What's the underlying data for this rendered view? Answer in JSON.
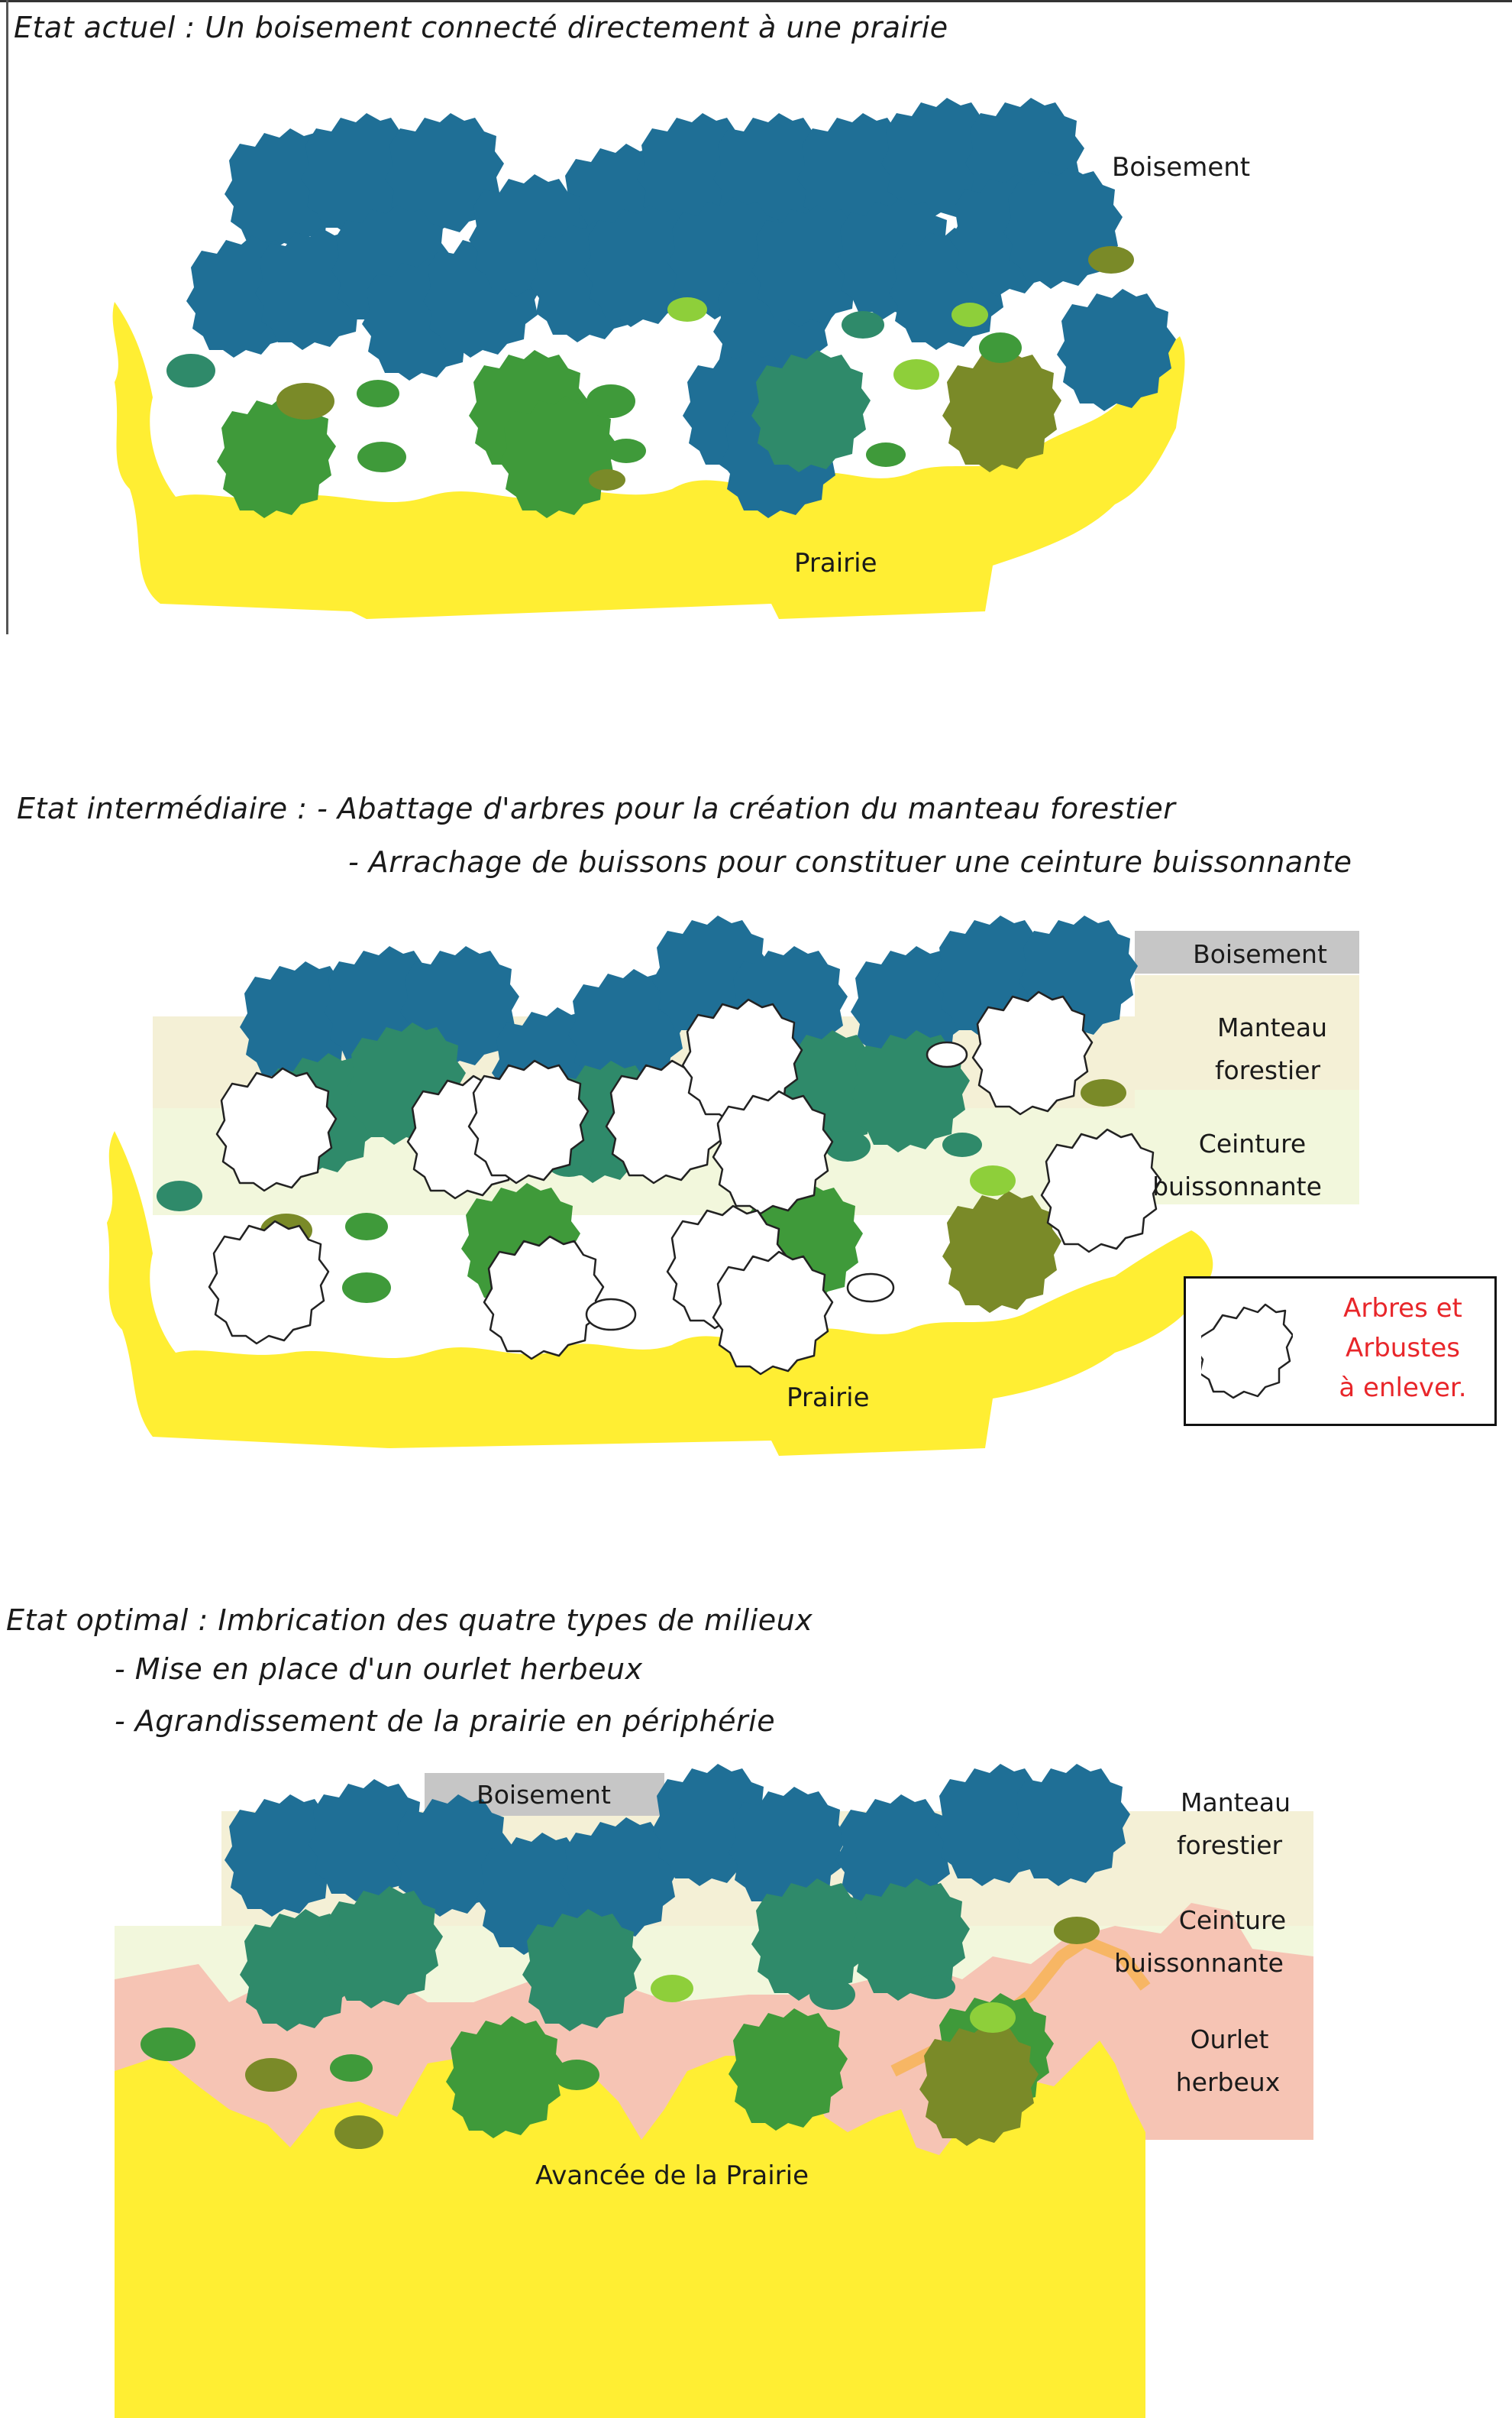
{
  "panel1": {
    "heading": "Etat actuel : Un boisement connecté directement à une prairie",
    "labels": {
      "boisement": "Boisement",
      "prairie": "Prairie"
    }
  },
  "panel2": {
    "heading_line1": "Etat intermédiaire : - Abattage d'arbres pour la création du manteau forestier",
    "heading_line2": "- Arrachage de buissons pour constituer une ceinture buissonnante",
    "labels": {
      "boisement": "Boisement",
      "manteau_1": "Manteau",
      "manteau_2": "forestier",
      "ceinture_1": "Ceinture",
      "ceinture_2": "buissonnante",
      "prairie": "Prairie"
    },
    "legend": {
      "line1": "Arbres et",
      "line2": "Arbustes",
      "line3": "à enlever."
    }
  },
  "panel3": {
    "heading_line1": "Etat optimal : Imbrication des quatre types de milieux",
    "heading_line2": "- Mise en place d'un ourlet herbeux",
    "heading_line3": "- Agrandissement de la prairie en périphérie",
    "labels": {
      "boisement": "Boisement",
      "manteau_1": "Manteau",
      "manteau_2": "forestier",
      "ceinture_1": "Ceinture",
      "ceinture_2": "buissonnante",
      "ourlet_1": "Ourlet",
      "ourlet_2": "herbeux",
      "prairie": "Avancée de la Prairie"
    }
  },
  "colors": {
    "prairie": "#ffee33",
    "tree_blue": "#1f6f96",
    "tree_teal": "#2f8a6a",
    "tree_green": "#3f9a3a",
    "bush_light": "#8ecf3a",
    "bush_olive": "#7a8a28",
    "manteau": "#f4f0d6",
    "ceinture": "#f2f7dc",
    "ourlet": "#f6c4b4",
    "boisement_band": "#c6c6c6",
    "legend_red": "#e8262a"
  }
}
